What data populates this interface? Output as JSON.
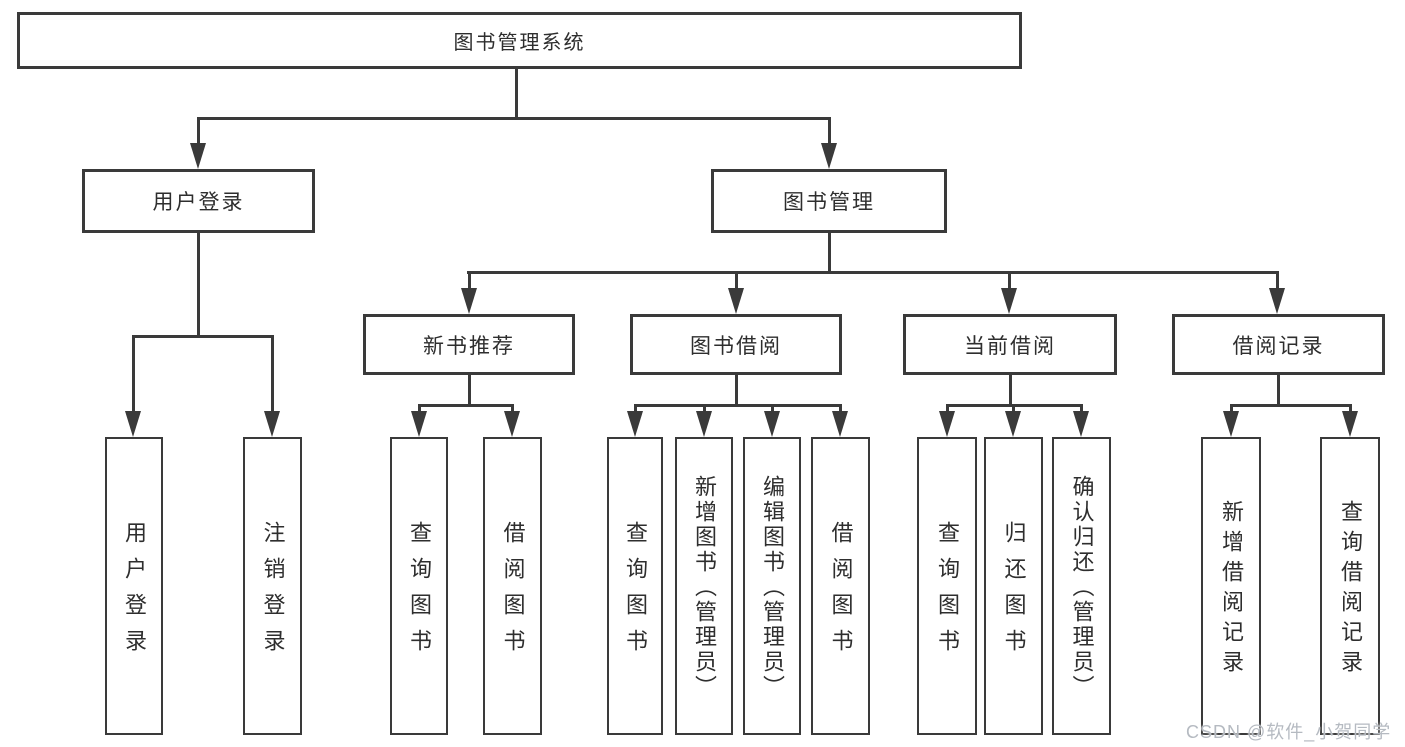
{
  "diagram": {
    "title": "图书管理系统",
    "nodes": [
      {
        "id": "library-management-system",
        "label": "图书管理系统",
        "parent": null
      },
      {
        "id": "user-login",
        "label": "用户登录",
        "parent": "library-management-system"
      },
      {
        "id": "book-management",
        "label": "图书管理",
        "parent": "library-management-system"
      },
      {
        "id": "new-book-recommendation",
        "label": "新书推荐",
        "parent": "book-management"
      },
      {
        "id": "book-borrowing",
        "label": "图书借阅",
        "parent": "book-management"
      },
      {
        "id": "current-borrowing",
        "label": "当前借阅",
        "parent": "book-management"
      },
      {
        "id": "borrowing-records",
        "label": "借阅记录",
        "parent": "book-management"
      },
      {
        "id": "user-login-action",
        "label": "用户登录",
        "parent": "user-login"
      },
      {
        "id": "logout-action",
        "label": "注销登录",
        "parent": "user-login"
      },
      {
        "id": "query-books-recommend",
        "label": "查询图书",
        "parent": "new-book-recommendation"
      },
      {
        "id": "borrow-books-recommend",
        "label": "借阅图书",
        "parent": "new-book-recommendation"
      },
      {
        "id": "query-books-borrowing",
        "label": "查询图书",
        "parent": "book-borrowing"
      },
      {
        "id": "add-books-admin",
        "label": "新增图书（管理员）",
        "parent": "book-borrowing"
      },
      {
        "id": "edit-books-admin",
        "label": "编辑图书（管理员）",
        "parent": "book-borrowing"
      },
      {
        "id": "borrow-books-borrowing",
        "label": "借阅图书",
        "parent": "book-borrowing"
      },
      {
        "id": "query-books-current",
        "label": "查询图书",
        "parent": "current-borrowing"
      },
      {
        "id": "return-books",
        "label": "归还图书",
        "parent": "current-borrowing"
      },
      {
        "id": "confirm-return-admin",
        "label": "确认归还（管理员）",
        "parent": "current-borrowing"
      },
      {
        "id": "add-borrowing-record",
        "label": "新增借阅记录",
        "parent": "borrowing-records"
      },
      {
        "id": "query-borrowing-record",
        "label": "查询借阅记录",
        "parent": "borrowing-records"
      }
    ],
    "watermark": "CSDN @软件_小贺同学",
    "colors": {
      "line": "#3a3a3a",
      "text": "#2e2e2e",
      "background": "#ffffff",
      "watermark": "#b5bac1"
    }
  }
}
